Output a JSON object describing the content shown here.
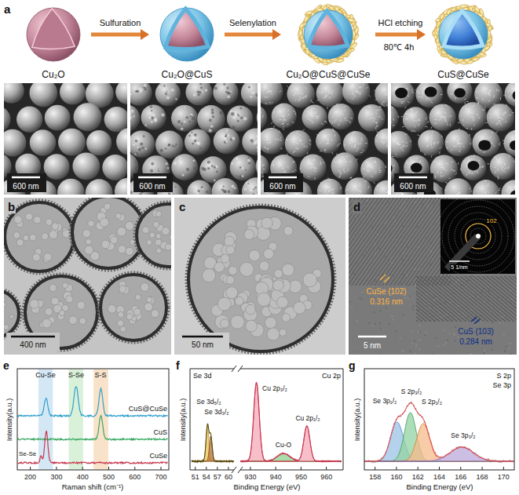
{
  "diagram": {
    "nodes": [
      {
        "text": [
          "Cu₂O"
        ]
      },
      {
        "text": [
          "Cu₂O@CuS"
        ]
      },
      {
        "text": [
          "Cu₂O@CuS@CuSe"
        ]
      },
      {
        "text": [
          "CuS@CuSe"
        ]
      }
    ],
    "edges": [
      {
        "from": 0,
        "to": 1,
        "arrow": "to",
        "label": "Sulfuration"
      },
      {
        "from": 1,
        "to": 2,
        "arrow": "to",
        "label": "Selenylation"
      },
      {
        "from": 2,
        "to": 3,
        "arrow": "to",
        "label": "HCl etching"
      }
    ],
    "labels": [
      "a",
      "80℃ 4h",
      "600 nm",
      "600 nm",
      "600 nm",
      "600 nm",
      "b",
      "400 nm",
      "c",
      "50 nm",
      "d",
      "CuSe (102)",
      "0.316 nm",
      "CuS (103)",
      "0.284 nm",
      "102",
      "5 1/nm",
      "5 nm",
      "e",
      "Cu-Se",
      "S-Se",
      "S-S",
      "CuS@CuSe",
      "CuS",
      "Se-Se",
      "CuSe",
      "Intensity(a.u.)",
      "200",
      "300",
      "400",
      "500",
      "600",
      "700",
      "Raman shift (cm⁻¹)",
      "f",
      "Se 3d",
      "Cu 2p",
      "Se 3d₅/₂",
      "Se 3d₃/₂",
      "Cu 2p₃/₂",
      "Cu-O",
      "Cu 2p₁/₂",
      "Intensity(a.u.)",
      "51",
      "54",
      "57",
      "60",
      "930",
      "940",
      "950",
      "960",
      "Binding Energy (eV)",
      "g",
      "S 2p",
      "Se 3p",
      "Se 3p₁/₂",
      "S 2p₃/₂",
      "S 2p₁/₂",
      "Se 3p₃/₂",
      "Intensity(a.u.)",
      "158",
      "160",
      "162",
      "164",
      "166",
      "168",
      "170",
      "Binding Energy (eV)"
    ]
  }
}
